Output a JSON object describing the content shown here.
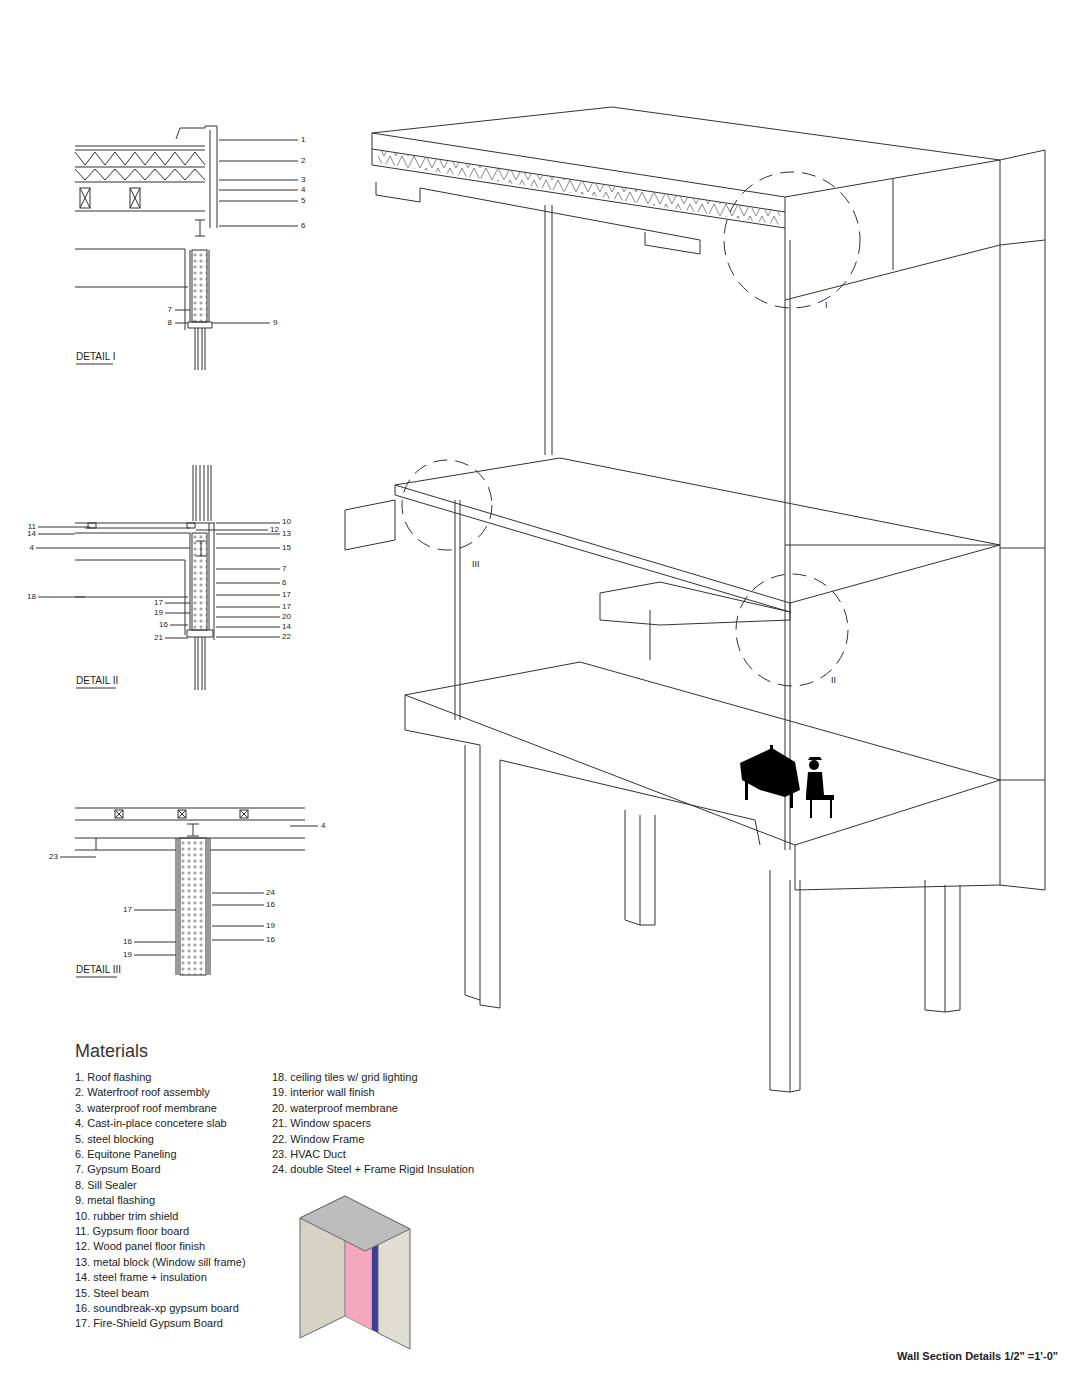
{
  "diagram": {
    "caption": "Wall Section Details 1/2\" =1'-0\"",
    "labels": [
      "1",
      "2",
      "3",
      "4",
      "5",
      "6",
      "7",
      "8",
      "9",
      "DETAIL I",
      "11",
      "14",
      "4",
      "18",
      "17",
      "19",
      "16",
      "21",
      "12",
      "10",
      "13",
      "15",
      "7",
      "6",
      "17",
      "17",
      "20",
      "14",
      "22",
      "DETAIL II",
      "4",
      "23",
      "17",
      "16",
      "19",
      "24",
      "16",
      "19",
      "16",
      "DETAIL III",
      "I",
      "II",
      "III",
      "Materials",
      "1. Roof flashing",
      "2. Waterfroof roof assembly",
      "3. waterproof roof membrane",
      "4. Cast-in-place concetere slab",
      "5. steel blocking",
      "6. Equitone Paneling",
      "7. Gypsum Board",
      "8. Sill Sealer",
      "9. metal flashing",
      "10. rubber trim shield",
      "11. Gypsum floor board",
      "12. Wood panel floor finish",
      "13. metal block (Window sill frame)",
      "14. steel frame + insulation",
      "15. Steel beam",
      "16. soundbreak-xp gypsum board",
      "17. Fire-Shield Gypsum Board",
      "18. ceiling tiles w/ grid lighting",
      "19. interior wall finish",
      "20. waterproof membrane",
      "21. Window spacers",
      "22. Window Frame",
      "23. HVAC Duct",
      "24. double Steel + Frame Rigid Insulation"
    ]
  }
}
